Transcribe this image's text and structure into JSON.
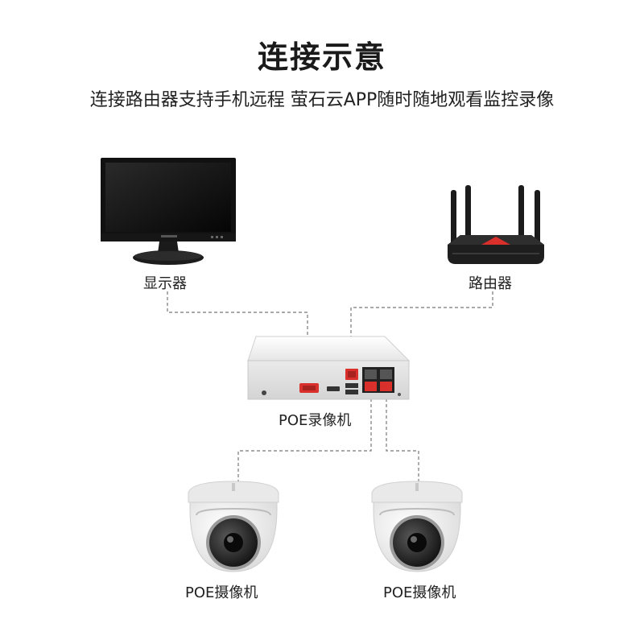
{
  "header": {
    "title": "连接示意",
    "subtitle": "连接路由器支持手机远程  萤石云APP随时随地观看监控录像"
  },
  "devices": {
    "monitor": {
      "label": "显示器"
    },
    "router": {
      "label": "路由器"
    },
    "nvr": {
      "label": "POE录像机"
    },
    "camera_left": {
      "label": "POE摄像机"
    },
    "camera_right": {
      "label": "POE摄像机"
    }
  },
  "colors": {
    "port_red": "#d9302b",
    "connector_line": "#777777",
    "device_dark": "#1b1b1b",
    "nvr_body": "#f2f2f2",
    "camera_body": "#f4f4f4"
  },
  "icons": [
    "monitor-icon",
    "router-icon",
    "nvr-icon",
    "dome-camera-icon"
  ]
}
